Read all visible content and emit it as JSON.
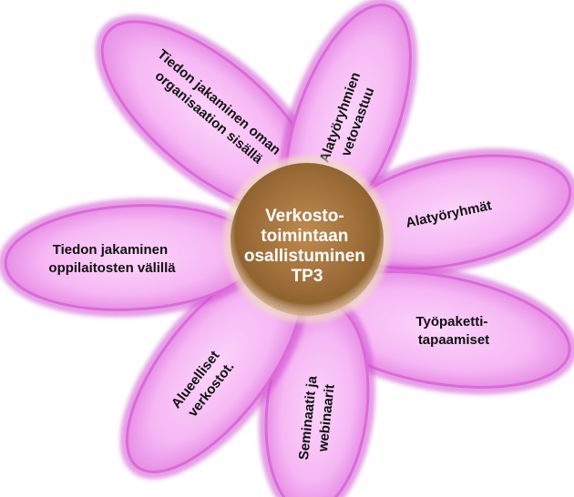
{
  "diagram": {
    "center": {
      "lines": [
        "Verkosto-",
        "toimintaan",
        "osallistuminen",
        "TP3"
      ]
    },
    "petals": [
      {
        "id": "organisaation-sisalla",
        "lines": [
          "Tiedon jakaminen oman",
          "organisaation sisällä"
        ]
      },
      {
        "id": "vetovastuu",
        "lines": [
          "Alatyöryhmien",
          "vetovastuu"
        ]
      },
      {
        "id": "alatyoryhmat",
        "lines": [
          "Alatyöryhmät"
        ]
      },
      {
        "id": "tyopakettitapaamiset",
        "lines": [
          "Työpaketti-",
          "tapaamiset"
        ]
      },
      {
        "id": "seminaarit",
        "lines": [
          "Seminaatit ja",
          "webinaarit"
        ]
      },
      {
        "id": "alueelliset",
        "lines": [
          "Alueelliset",
          "verkostot."
        ]
      },
      {
        "id": "oppilaitosten-valilla",
        "lines": [
          "Tiedon jakaminen",
          "oppilaitosten välillä"
        ]
      }
    ],
    "colors": {
      "petal_fill": "#f6b8f4",
      "petal_edge": "#d050d0",
      "center_light": "#d4a46a",
      "center_dark": "#8a5a2a"
    }
  }
}
